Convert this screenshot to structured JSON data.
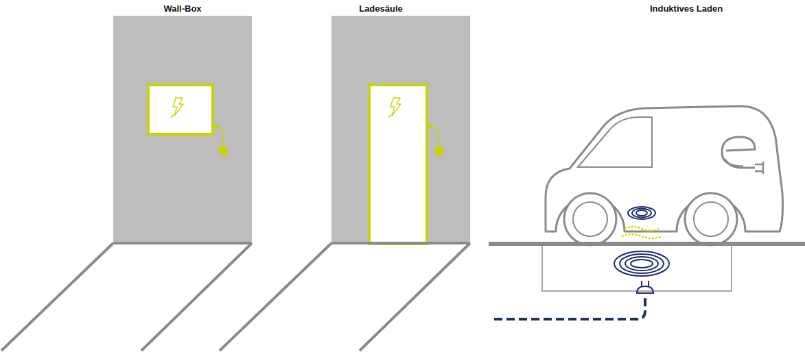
{
  "diagram": {
    "labels": [
      "Wall-Box",
      "Ladesäule",
      "Induktives Laden"
    ]
  }
}
